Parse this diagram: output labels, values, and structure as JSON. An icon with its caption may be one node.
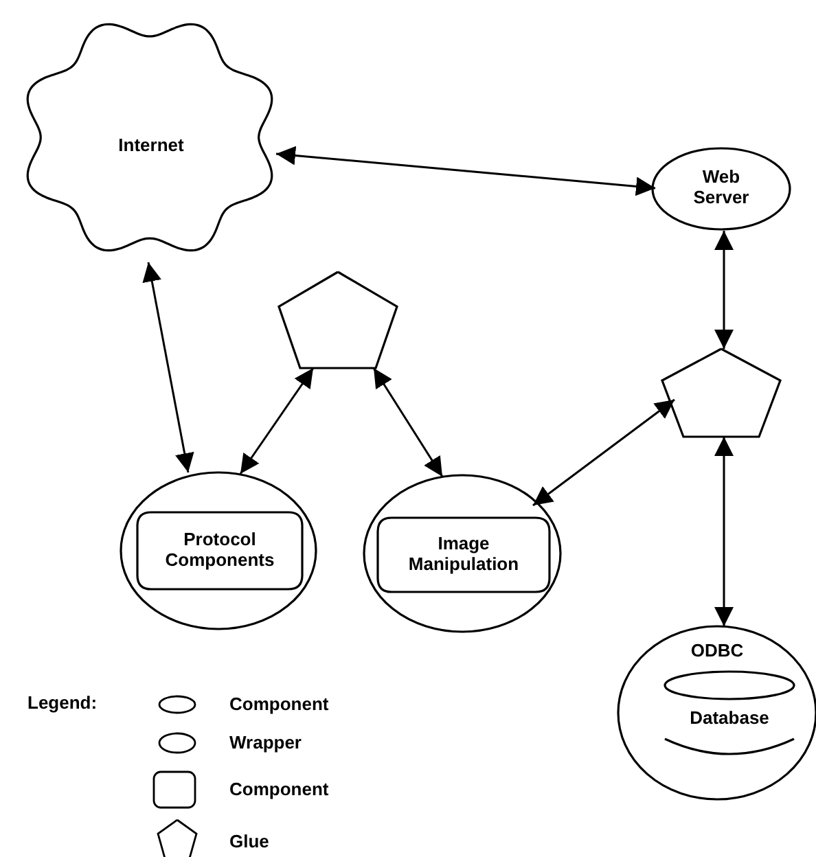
{
  "diagram": {
    "nodes": [
      {
        "text": [
          "Internet"
        ]
      },
      {
        "text": [
          "Web Server"
        ]
      },
      {
        "text": [],
        "shape": "pentagon"
      },
      {
        "text": [],
        "shape": "pentagon"
      },
      {
        "text": [],
        "shape": "ellipse"
      },
      {
        "text": [
          "Protocol Components"
        ],
        "in": 4
      },
      {
        "text": [],
        "shape": "ellipse"
      },
      {
        "text": [
          "Image Manipulation"
        ],
        "in": 6
      },
      {
        "text": [
          "ODBC"
        ]
      },
      {
        "text": [
          "Database"
        ],
        "in": 8
      }
    ],
    "edges": [
      {
        "from": 0,
        "to": 1,
        "arrow": "both"
      },
      {
        "from": 0,
        "to": 4,
        "arrow": "both"
      },
      {
        "from": 2,
        "to": 4,
        "arrow": "both"
      },
      {
        "from": 2,
        "to": 6,
        "arrow": "both"
      },
      {
        "from": 3,
        "to": 6,
        "arrow": "both"
      },
      {
        "from": 1,
        "to": 3,
        "arrow": "both"
      },
      {
        "from": 3,
        "to": 8,
        "arrow": "both"
      }
    ],
    "labels": [
      "Legend:"
    ],
    "legend": [
      {
        "text": "Component"
      },
      {
        "text": "Wrapper"
      },
      {
        "text": "Component"
      },
      {
        "text": "Glue"
      }
    ]
  }
}
